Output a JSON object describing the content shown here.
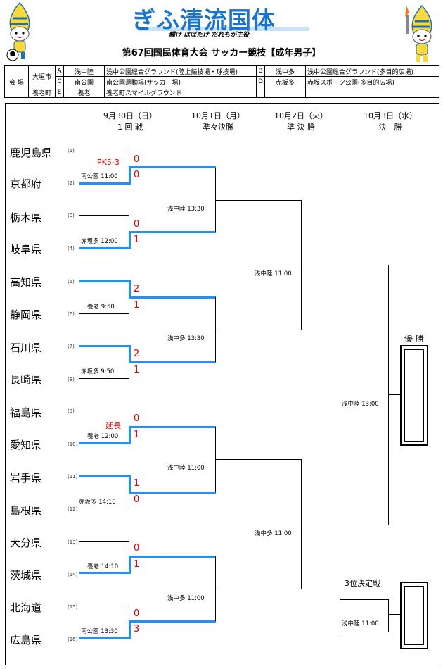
{
  "logo": {
    "main": "ぎふ清流国体",
    "sub": "輝け はばたけ だれもが主役"
  },
  "title": "第67回国民体育大会 サッカー競技【成年男子】",
  "venues": {
    "label": "会 場",
    "city1": "大垣市",
    "city2": "養老町",
    "rows": [
      {
        "code": "A",
        "short": "浅中陸",
        "name": "浅中公園総合グラウンド(陸上競技場・球技場)",
        "code2": "B",
        "short2": "浅中多",
        "name2": "浅中公園総合グラウンド(多目的広場)"
      },
      {
        "code": "C",
        "short": "南公園",
        "name": "南公園運動場(サッカー場)",
        "code2": "D",
        "short2": "赤坂多",
        "name2": "赤坂スポーツ公園(多目的広場)"
      },
      {
        "code": "E",
        "short": "養老",
        "name": "養老町スマイルグラウンド",
        "code2": "",
        "short2": "",
        "name2": ""
      }
    ]
  },
  "rounds": [
    {
      "date": "9月30日（日）",
      "name": "1 回 戦"
    },
    {
      "date": "10月1日（月）",
      "name": "準々決勝"
    },
    {
      "date": "10月2日（火）",
      "name": "準 決 勝"
    },
    {
      "date": "10月3日（水）",
      "name": "決　勝"
    }
  ],
  "teams": [
    {
      "name": "鹿児島県",
      "seed": "(1)"
    },
    {
      "name": "京都府",
      "seed": "(2)"
    },
    {
      "name": "栃木県",
      "seed": "(3)"
    },
    {
      "name": "岐阜県",
      "seed": "(4)"
    },
    {
      "name": "高知県",
      "seed": "(5)"
    },
    {
      "name": "静岡県",
      "seed": "(6)"
    },
    {
      "name": "石川県",
      "seed": "(7)"
    },
    {
      "name": "長崎県",
      "seed": "(8)"
    },
    {
      "name": "福島県",
      "seed": "(9)"
    },
    {
      "name": "愛知県",
      "seed": "(10)"
    },
    {
      "name": "岩手県",
      "seed": "(11)"
    },
    {
      "name": "島根県",
      "seed": "(12)"
    },
    {
      "name": "大分県",
      "seed": "(13)"
    },
    {
      "name": "茨城県",
      "seed": "(14)"
    },
    {
      "name": "北海道",
      "seed": "(15)"
    },
    {
      "name": "広島県",
      "seed": "(16)"
    }
  ],
  "first_round": [
    {
      "info": "南公園 11:00",
      "score_top": "0",
      "score_bottom": "0",
      "note": "PK5-3"
    },
    {
      "info": "赤坂多 12:00",
      "score_top": "0",
      "score_bottom": "1",
      "note": ""
    },
    {
      "info": "養老 9:50",
      "score_top": "2",
      "score_bottom": "1",
      "note": ""
    },
    {
      "info": "赤坂多 9:50",
      "score_top": "2",
      "score_bottom": "1",
      "note": ""
    },
    {
      "info": "養老 12:00",
      "score_top": "0",
      "score_bottom": "1",
      "note": "延長"
    },
    {
      "info": "赤坂多 14:10",
      "score_top": "1",
      "score_bottom": "0",
      "note": ""
    },
    {
      "info": "養老 14:10",
      "score_top": "0",
      "score_bottom": "1",
      "note": ""
    },
    {
      "info": "南公園 13:30",
      "score_top": "0",
      "score_bottom": "3",
      "note": ""
    }
  ],
  "quarter_finals": [
    "浅中陸 13:30",
    "浅中多 13:30",
    "浅中陸 11:00",
    "浅中多 11:00"
  ],
  "semi_finals": [
    "浅中陸 11:00",
    "浅中多 11:00"
  ],
  "final": {
    "info": "浅中陸 13:00",
    "label": "優 勝"
  },
  "third_place": {
    "label": "3位決定戦",
    "info": "浅中陸 11:00"
  },
  "colors": {
    "winner_line": "#1e90ff",
    "score": "#e00000"
  }
}
